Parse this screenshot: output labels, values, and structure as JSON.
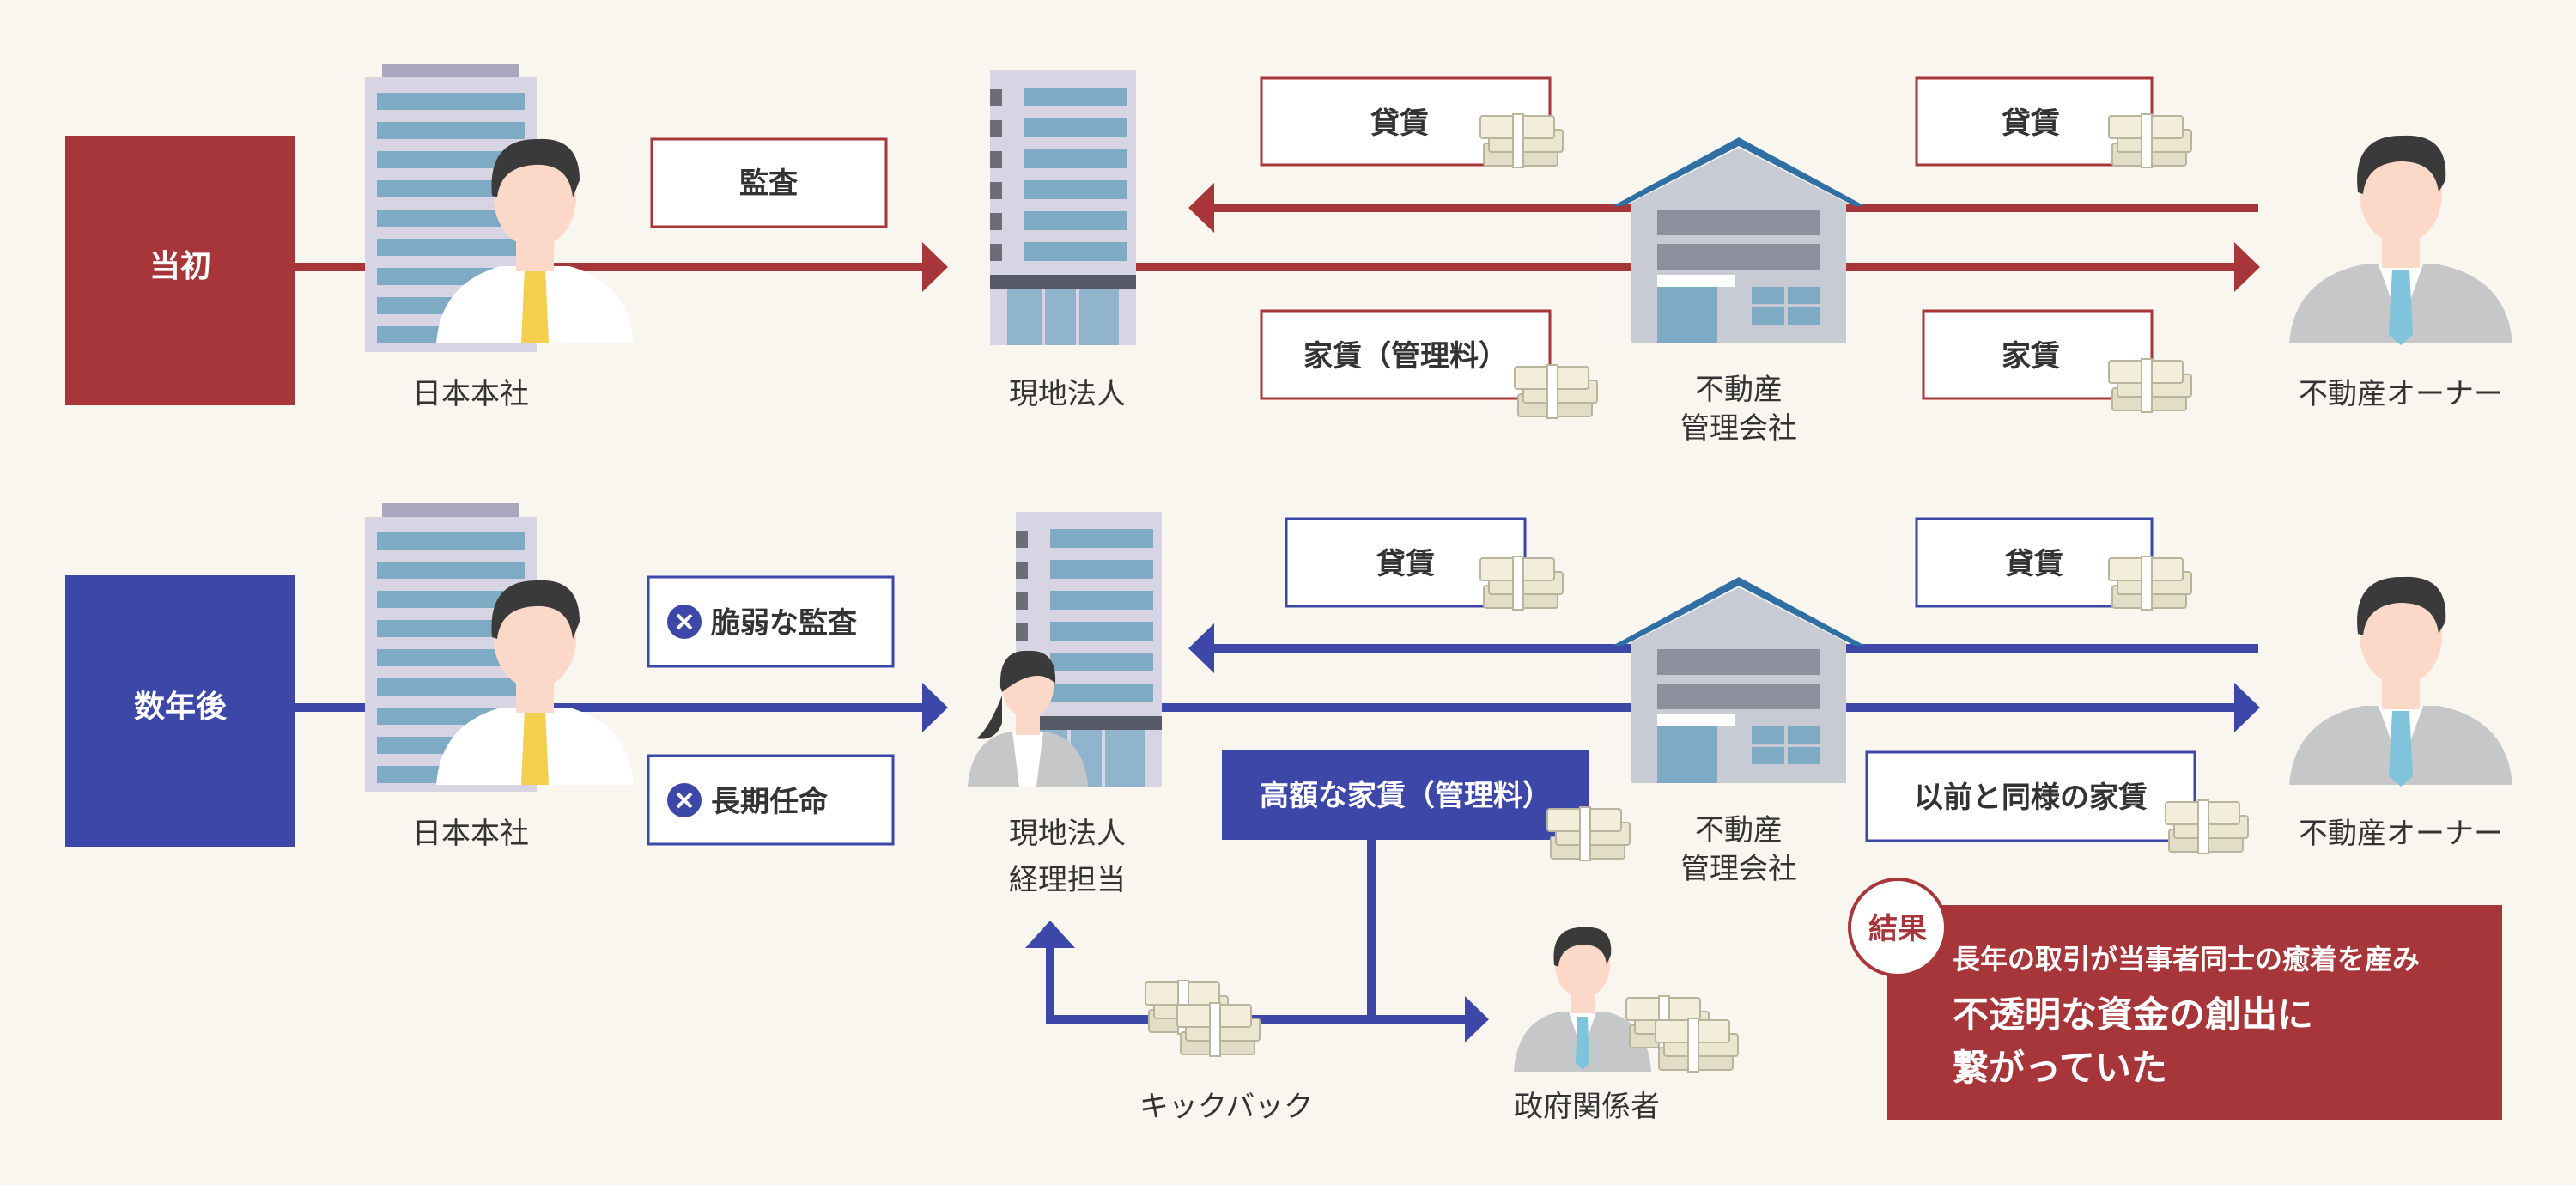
{
  "colors": {
    "red": "#a6363a",
    "blue": "#3c47a8",
    "background": "#f9f5ef",
    "skin": "#fbd8c8",
    "hair": "#3a3a3a",
    "tie_yellow": "#f2cf4c",
    "tie_blue": "#7fc4da",
    "suit_gray": "#c5c7c9",
    "building_lavender": "#d7d4e3",
    "window_blue": "#7eaac4"
  },
  "icons": {
    "entity_icons": [
      "office-building-icon",
      "businessman-icon",
      "office-tower-icon",
      "house-icon",
      "owner-icon",
      "accountant-woman-icon",
      "official-icon"
    ],
    "money_icon": "cash-bundle-icon",
    "cross_icon": "close-circle-icon"
  },
  "top": {
    "label": "当初",
    "hq_label": "日本本社",
    "audit_label": "監査",
    "subsidiary_label": "現地法人",
    "rent_left_top": "貸賃",
    "rent_left_bottom": "家賃（管理料）",
    "agency_label_line1": "不動産",
    "agency_label_line2": "管理会社",
    "rent_right_top": "貸賃",
    "rent_right_bottom": "家賃",
    "owner_label": "不動産オーナー"
  },
  "bottom": {
    "label": "数年後",
    "hq_label": "日本本社",
    "weak_audit": "脆弱な監査",
    "long_term": "長期任命",
    "subsidiary_line1": "現地法人",
    "subsidiary_line2": "経理担当",
    "rent_left_top": "貸賃",
    "expensive_rent": "高額な家賃（管理料）",
    "agency_label_line1": "不動産",
    "agency_label_line2": "管理会社",
    "rent_right_top": "貸賃",
    "same_rent": "以前と同様の家賃",
    "owner_label": "不動産オーナー",
    "kickback_label": "キックバック",
    "official_label": "政府関係者",
    "result_badge": "結果",
    "result_line1": "長年の取引が当事者同士の癒着を産み",
    "result_line2": "不透明な資金の創出に",
    "result_line3": "繋がっていた"
  }
}
